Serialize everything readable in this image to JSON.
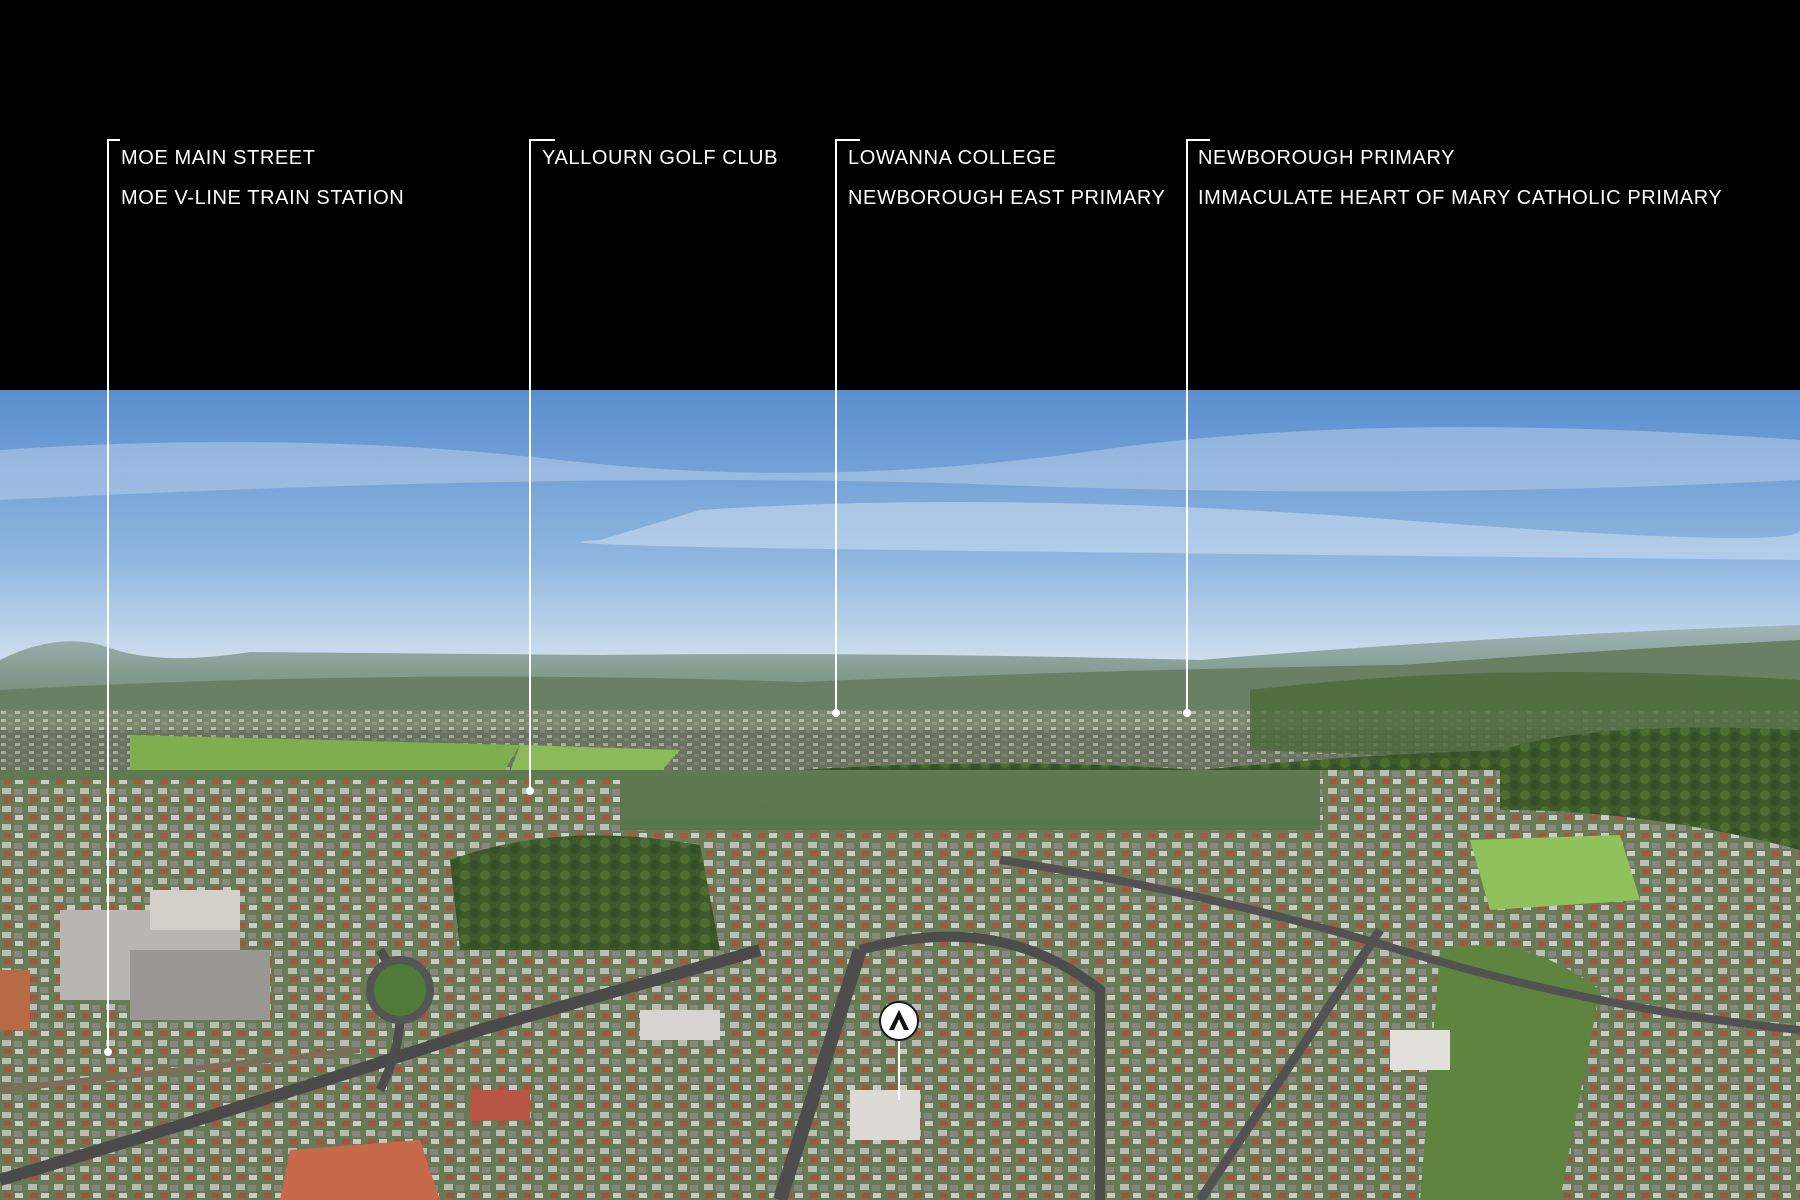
{
  "callouts": [
    {
      "lines": [
        "MOE MAIN STREET",
        "MOE V-LINE TRAIN STATION"
      ]
    },
    {
      "lines": [
        "YALLOURN GOLF CLUB"
      ]
    },
    {
      "lines": [
        "LOWANNA COLLEGE",
        "NEWBOROUGH EAST PRIMARY"
      ]
    },
    {
      "lines": [
        "NEWBOROUGH PRIMARY",
        "IMMACULATE HEART OF MARY CATHOLIC PRIMARY"
      ]
    }
  ],
  "colors": {
    "band": "#000000",
    "sky_top": "#5d8fcf",
    "sky_bottom": "#cfe0ef",
    "callout_line": "#ffffff",
    "field_green": "#7fae4e"
  },
  "icons": {
    "property_marker": "delta-logo-icon"
  }
}
